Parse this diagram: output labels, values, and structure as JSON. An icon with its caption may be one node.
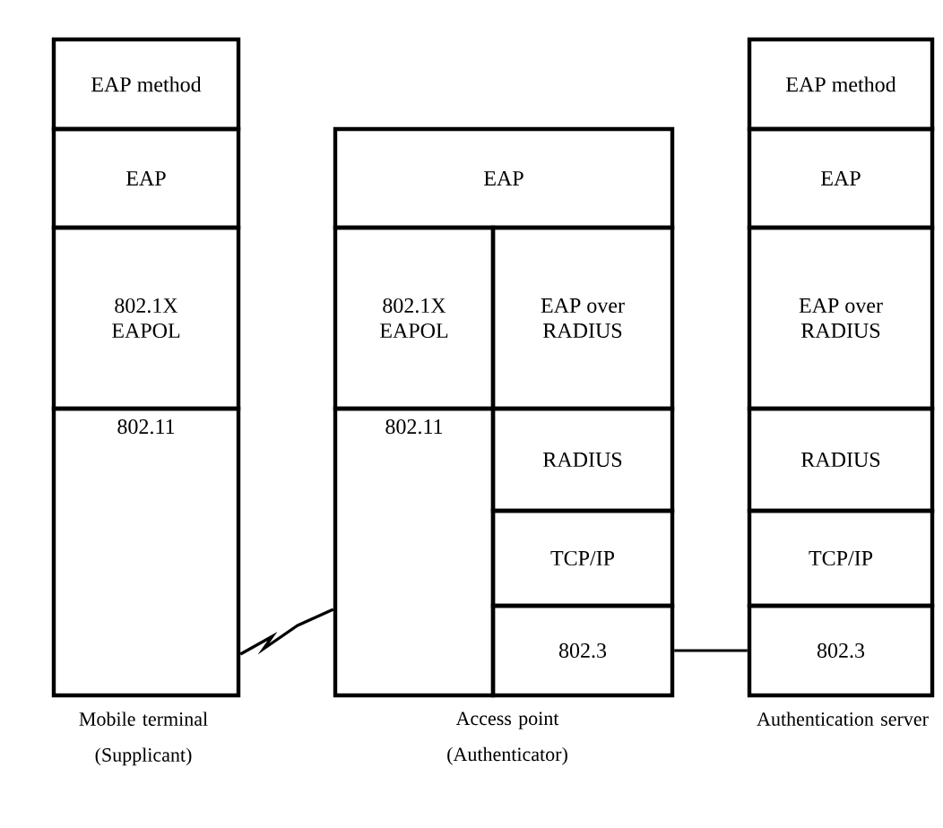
{
  "diagram": {
    "nodes": [
      {
        "text": [
          "EAP method"
        ]
      },
      {
        "text": [
          "EAP"
        ]
      },
      {
        "text": [
          "802.1X EAPOL"
        ]
      },
      {
        "text": [
          "802.11"
        ]
      },
      {
        "text": [
          "EAP"
        ]
      },
      {
        "text": [
          "802.1X EAPOL"
        ]
      },
      {
        "text": [
          "EAP over RADIUS"
        ]
      },
      {
        "text": [
          "802.11"
        ]
      },
      {
        "text": [
          "RADIUS"
        ]
      },
      {
        "text": [
          "TCP/IP"
        ]
      },
      {
        "text": [
          "802.3"
        ]
      },
      {
        "text": [
          "EAP method"
        ]
      },
      {
        "text": [
          "EAP"
        ]
      },
      {
        "text": [
          "EAP over RADIUS"
        ]
      },
      {
        "text": [
          "RADIUS"
        ]
      },
      {
        "text": [
          "TCP/IP"
        ]
      },
      {
        "text": [
          "802.3"
        ]
      }
    ],
    "edges": [
      {
        "from": 3,
        "to": 7,
        "arrow": "none"
      },
      {
        "from": 10,
        "to": 16,
        "arrow": "none"
      }
    ],
    "labels": [
      "Mobile terminal (Supplicant)",
      "Access point (Authenticator)",
      "Authentication server"
    ]
  }
}
